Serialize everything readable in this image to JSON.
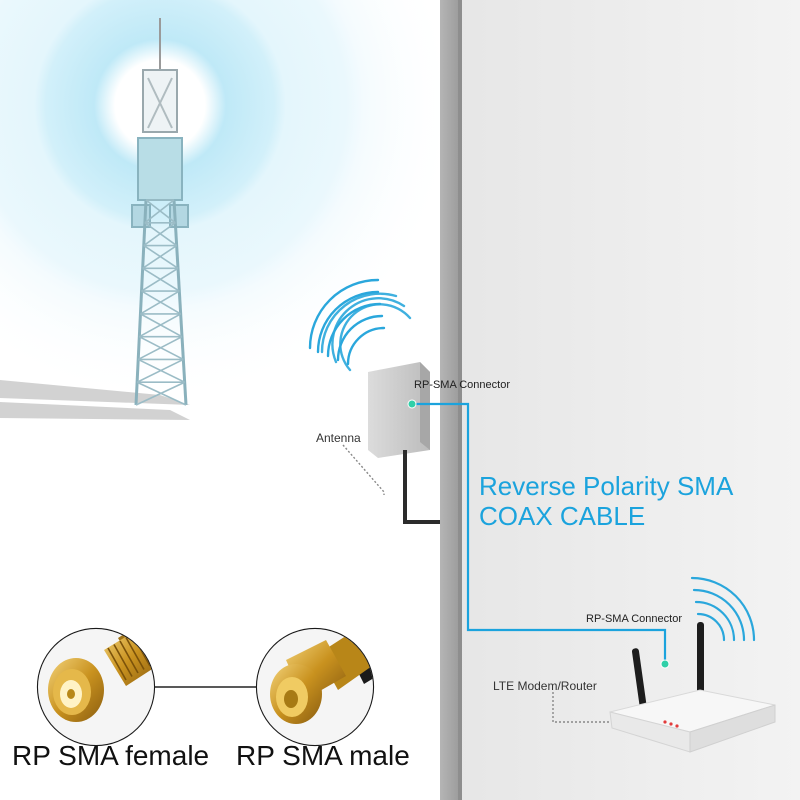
{
  "labels": {
    "connector_top": "RP-SMA Connector",
    "antenna": "Antenna",
    "cable_line1": "Reverse Polarity SMA",
    "cable_line2": "COAX CABLE",
    "connector_router": "RP-SMA Connector",
    "router": "LTE Modem/Router",
    "female": "RP SMA female",
    "male": "RP SMA male"
  },
  "colors": {
    "accent": "#1ba3dd",
    "wave": "#2aa7dc",
    "dot": "#2fd0a8",
    "wall": "#a9a9a9",
    "gold": "#d6a531"
  },
  "icons": [
    "cell-tower-icon",
    "panel-antenna-icon",
    "router-icon",
    "signal-waves-icon",
    "rp-sma-female-icon",
    "rp-sma-male-icon"
  ]
}
